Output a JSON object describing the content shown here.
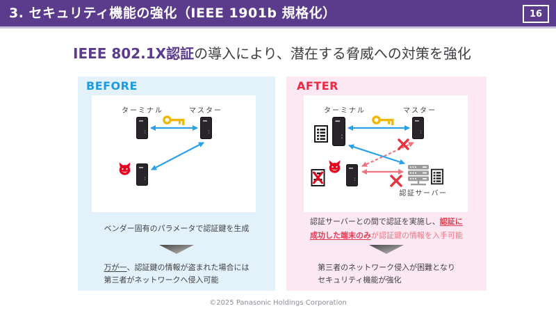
{
  "header": {
    "title": "3. セキュリティ機能の強化（IEEE 1901b 規格化）",
    "page_number": "16"
  },
  "subtitle": {
    "highlight": "IEEE 802.1X認証",
    "rest": "の導入により、潜在する脅威への対策を強化"
  },
  "before_panel": {
    "label": "BEFORE",
    "diagram": {
      "terminal_label": "ターミナル",
      "master_label": "マスター"
    },
    "caption_top": "ベンダー固有のパラメータで認証鍵を生成",
    "result_em": "万が一",
    "result_line1_rest": "、認証鍵の情報が盗まれた場合には",
    "result_line2": "第三者がネットワークへ侵入可能"
  },
  "after_panel": {
    "label": "AFTER",
    "diagram": {
      "terminal_label": "ターミナル",
      "master_label": "マスター",
      "auth_server_label": "認証サーバー"
    },
    "caption_line1_plain": "認証サーバーとの間で認証を実施し、",
    "caption_line1_em": "認証に",
    "caption_line2_em": "成功した端末のみ",
    "caption_line2_tail": "が認証鍵の情報を入手可能",
    "result_line1": "第三者のネットワーク侵入が困難となり",
    "result_line2": "セキュリティ機能が強化"
  },
  "footer": {
    "copyright": "©2025 Panasonic Holdings Corporation"
  },
  "icons": {
    "key-icon": "gold-key",
    "devil-icon": "red-devil-face",
    "device-icon": "black-plc-adapter",
    "credential-icon": "certificate-list",
    "credential-denied-icon": "certificate-list-red-cross",
    "auth-server-icon": "gray-server-stack",
    "cross-icon": "red-x",
    "down-triangle-icon": "gray-down-triangle"
  },
  "colors": {
    "brand-purple": "#5b3b8c",
    "header-strip": "#c9bedd",
    "before-bg": "#e3f1fa",
    "before-accent": "#1b9ce0",
    "after-bg": "#fce8f2",
    "after-accent": "#ee2743",
    "arrow-blue": "#2aa0e8",
    "arrow-red": "#f2727e",
    "x-red": "#e6333f",
    "key-gold": "#f2b705",
    "devil-red": "#e8001f",
    "server-gray": "#9b9b9b",
    "device-black": "#29252a",
    "text-dark": "#3f3f43",
    "text-red": "#e23b50",
    "text-red-light": "#ef7583",
    "footer-gray": "#8d8d96"
  }
}
